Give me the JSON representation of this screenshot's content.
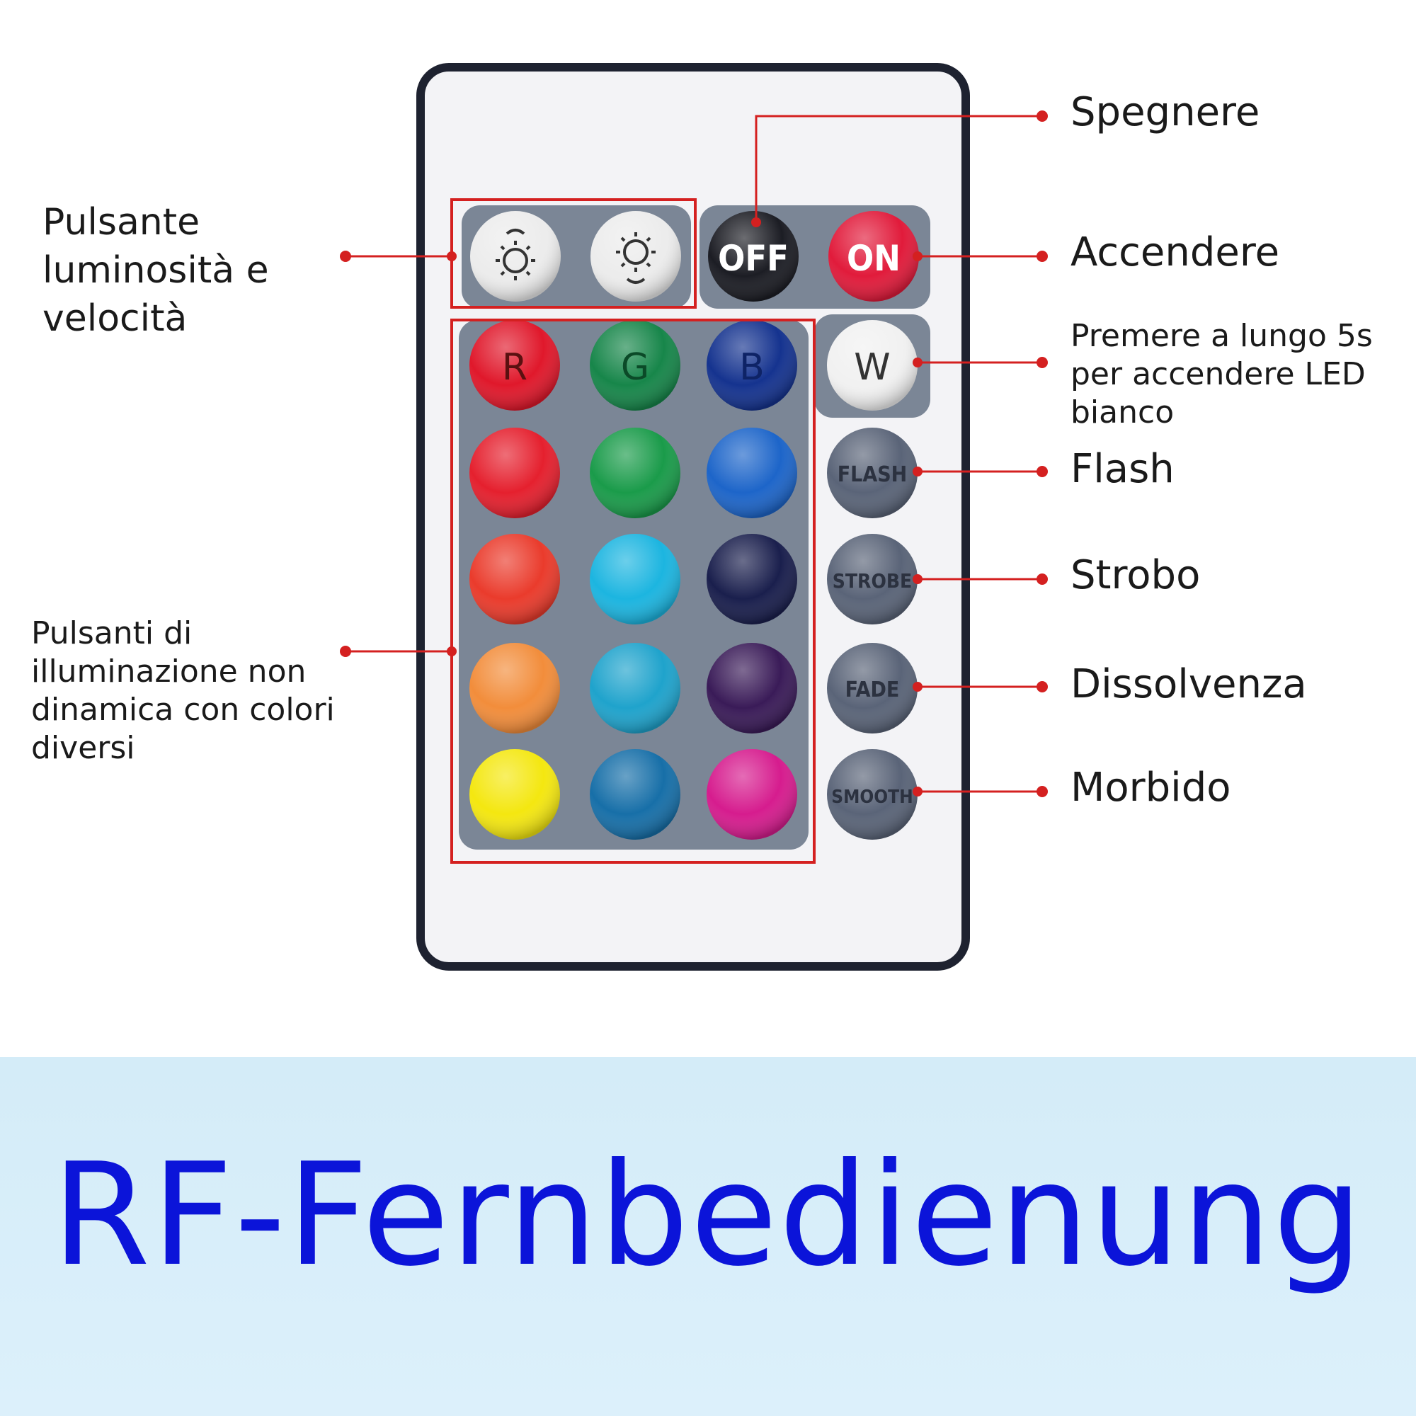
{
  "labels": {
    "spegnere": "Spegnere",
    "accendere": "Accendere",
    "white": [
      "Premere a lungo 5s",
      "per accendere LED",
      "bianco"
    ],
    "flash": "Flash",
    "strobo": "Strobo",
    "dissolvenza": "Dissolvenza",
    "morbido": "Morbido",
    "brightness": [
      "Pulsante",
      "luminosità e",
      "velocità"
    ],
    "static": [
      "Pulsanti di",
      "illuminazione non",
      "dinamica con colori",
      "diversi"
    ]
  },
  "remote": {
    "off": "OFF",
    "on": "ON",
    "w": "W",
    "r": "R",
    "g": "G",
    "b": "B",
    "flash": "FLASH",
    "strobe": "STROBE",
    "fade": "FADE",
    "smooth": "SMOOTH"
  },
  "colors": {
    "grid": [
      [
        "#e0182b",
        "#17864a",
        "#15338f"
      ],
      [
        "#e5202e",
        "#1a9b4a",
        "#1d65c9"
      ],
      [
        "#ea3b2c",
        "#1cb5e0",
        "#1a1f4d"
      ],
      [
        "#f28d3b",
        "#1fa3cc",
        "#3a1b58"
      ],
      [
        "#f4e710",
        "#176fa8",
        "#d61c8e"
      ]
    ],
    "annotation": "#d42020",
    "banner_text": "#0b14d9"
  },
  "banner": {
    "title": "RF-Fernbedienung"
  }
}
